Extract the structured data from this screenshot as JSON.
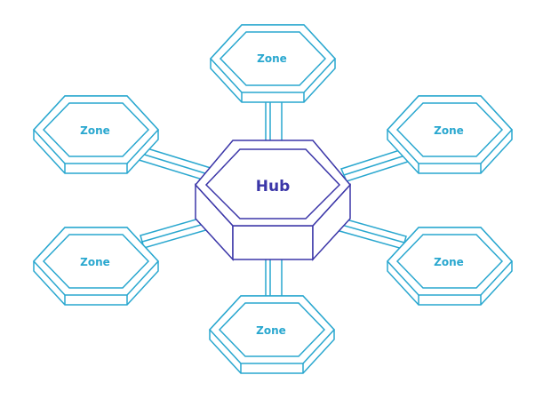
{
  "diagram": {
    "hub": {
      "label": "Hub"
    },
    "zones": [
      {
        "label": "Zone"
      },
      {
        "label": "Zone"
      },
      {
        "label": "Zone"
      },
      {
        "label": "Zone"
      },
      {
        "label": "Zone"
      },
      {
        "label": "Zone"
      }
    ]
  },
  "colors": {
    "zone_stroke": "#29a7cf",
    "zone_fill": "#ffffff",
    "zone_text": "#29a7cf",
    "hub_stroke": "#3b36a8",
    "hub_text": "#3b36a8",
    "background": "#ffffff"
  }
}
